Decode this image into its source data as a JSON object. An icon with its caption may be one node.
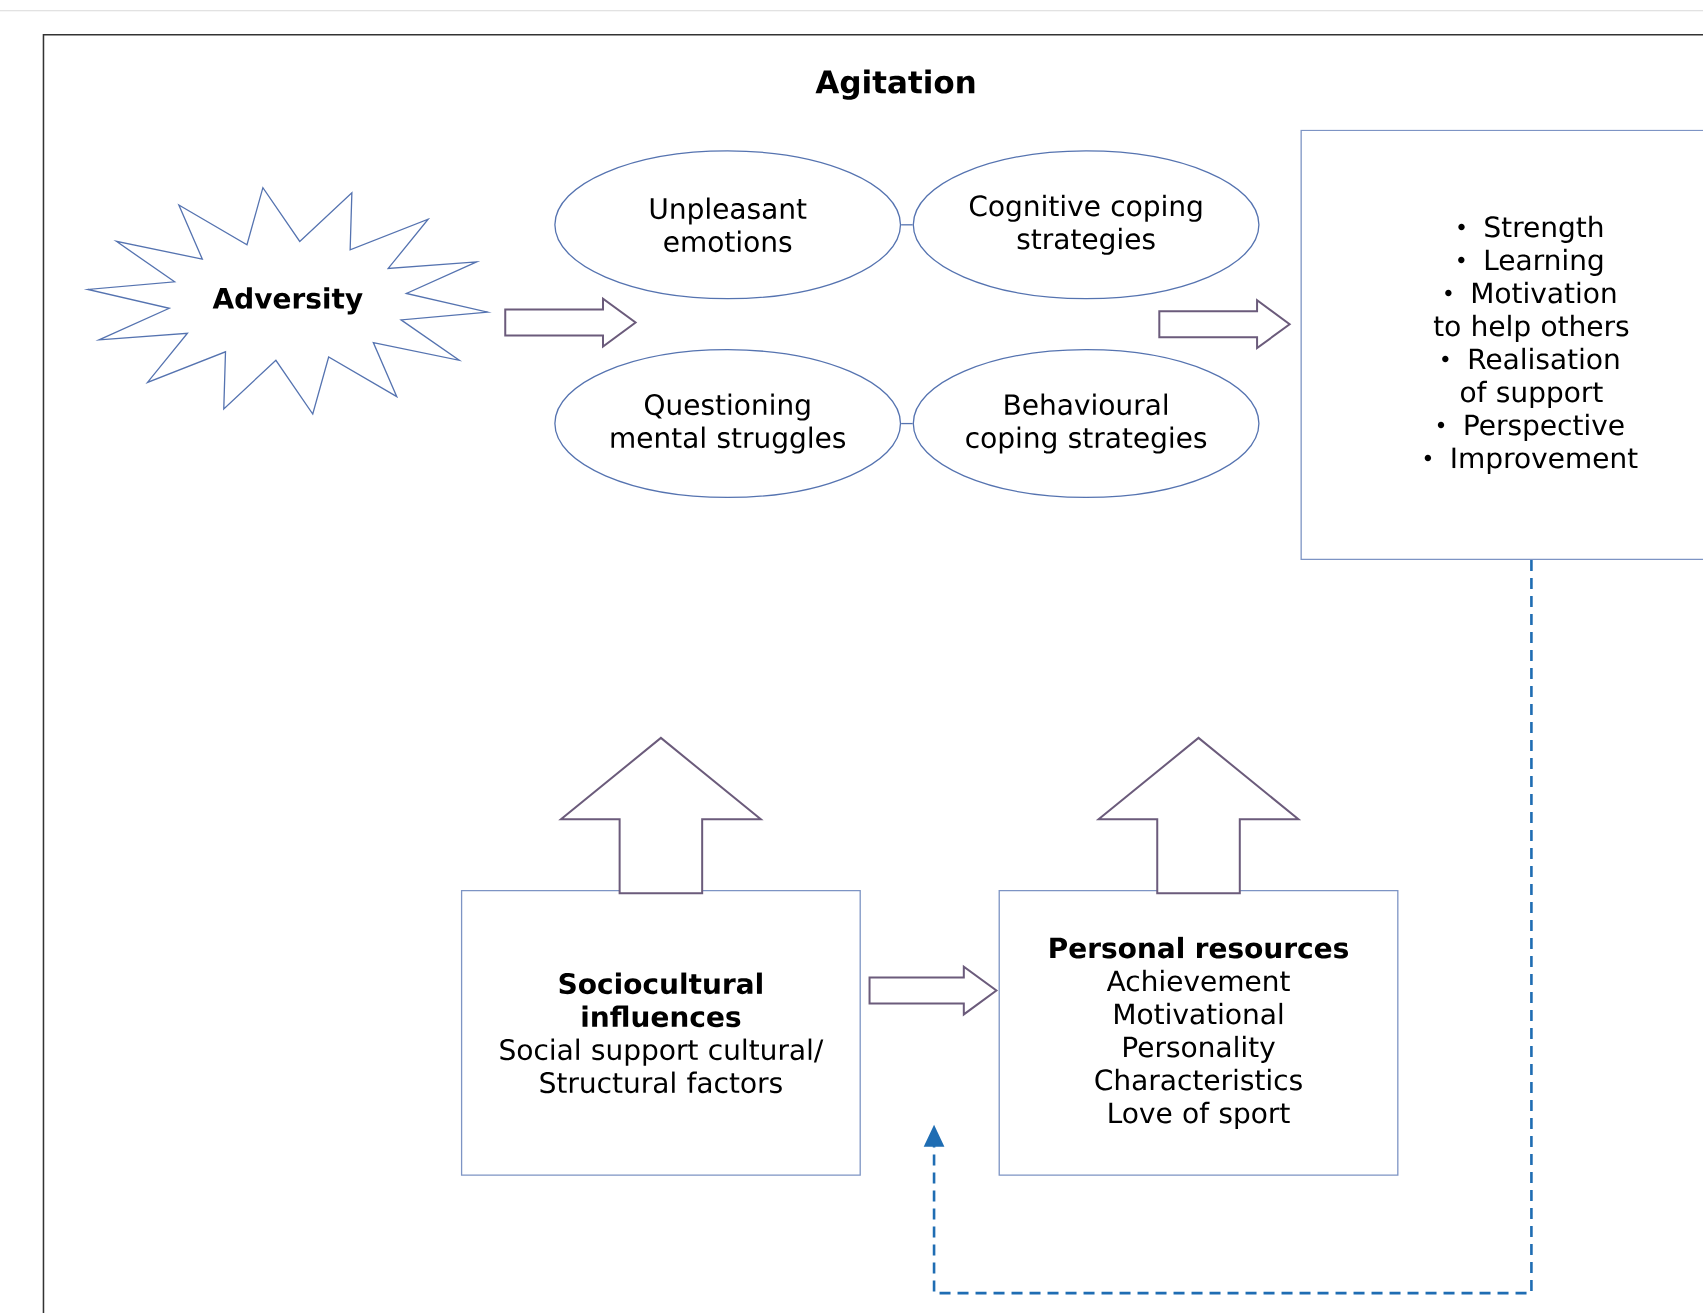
{
  "diagram": {
    "title": "Agitation",
    "nodes": [
      {
        "text": [
          "Adversity"
        ]
      },
      {
        "text": [
          "Unpleasant emotions"
        ]
      },
      {
        "text": [
          "Cognitive coping strategies"
        ]
      },
      {
        "text": [
          "Questioning mental struggles"
        ]
      },
      {
        "text": [
          "Behavioural coping strategies"
        ]
      },
      {
        "text": [
          "Strength",
          "Learning",
          "Motivation to help others",
          "Realisation of support",
          "Perspective",
          "Improvement"
        ]
      },
      {
        "text": [
          "Sociocultural influences",
          "Social support cultural/ Structural factors"
        ]
      },
      {
        "text": [
          "Personal resources",
          "Achievement Motivational Personality Characteristics Love of sport"
        ]
      }
    ],
    "edges": [
      {
        "from": 0,
        "to": null,
        "arrow": "to"
      },
      {
        "from": 1,
        "to": 2,
        "arrow": "none"
      },
      {
        "from": 3,
        "to": 4,
        "arrow": "none"
      },
      {
        "from": null,
        "to": 5,
        "arrow": "to"
      },
      {
        "from": 6,
        "to": 7,
        "arrow": "to"
      },
      {
        "from": 6,
        "to": null,
        "arrow": "to"
      },
      {
        "from": 7,
        "to": null,
        "arrow": "to"
      },
      {
        "from": 5,
        "to": null,
        "arrow": "to",
        "style": "dashed",
        "color": "#1f6db3"
      }
    ]
  }
}
